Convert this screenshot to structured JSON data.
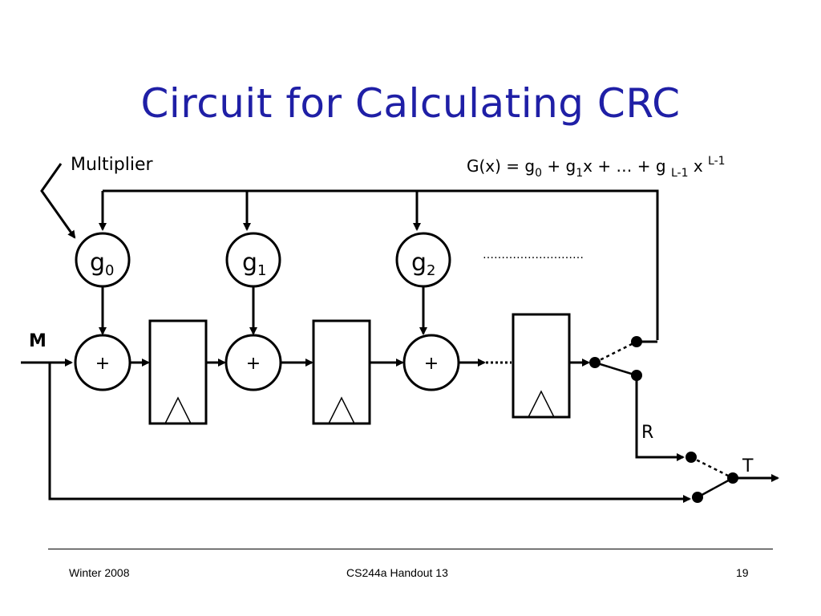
{
  "slide": {
    "title": "Circuit for Calculating CRC",
    "footer": {
      "left": "Winter 2008",
      "center": "CS244a Handout 13",
      "page": "19"
    }
  },
  "diagram": {
    "multiplier_label": "Multiplier",
    "polynomial": {
      "prefix": "G(x) = g",
      "sub0": "0",
      "mid1": " + g",
      "sub1": "1",
      "mid2": "x + … + g ",
      "subL": "L-1",
      "mid3": " x ",
      "supL": "L-1"
    },
    "multipliers": [
      {
        "base": "g",
        "sub": "0"
      },
      {
        "base": "g",
        "sub": "1"
      },
      {
        "base": "g",
        "sub": "2"
      }
    ],
    "adder_symbol": "+",
    "input_label": "M",
    "switch_label_r": "R",
    "output_label": "T",
    "ellipsis": "………………………"
  }
}
